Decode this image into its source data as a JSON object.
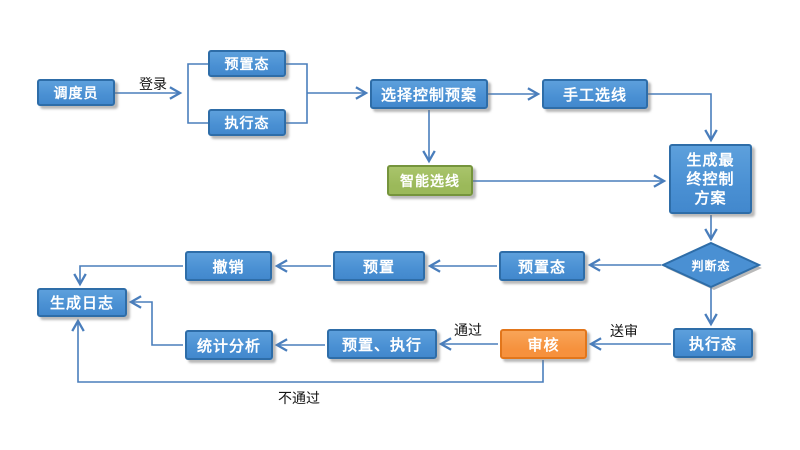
{
  "colors": {
    "box_blue": "#4a90d3",
    "box_blue_border": "#2e6da8",
    "green": "#9bb95a",
    "green_border": "#75943c",
    "orange": "#f6913d",
    "orange_border": "#e2761b",
    "connector": "#4a7ebc",
    "label_text": "#151515"
  },
  "nodes": {
    "dispatcher": {
      "label": "调度员",
      "shape": "rect",
      "color": "blue"
    },
    "preset_state_top": {
      "label": "预置态",
      "shape": "rect",
      "color": "blue"
    },
    "exec_state_top": {
      "label": "执行态",
      "shape": "rect",
      "color": "blue"
    },
    "select_plan": {
      "label": "选择控制预案",
      "shape": "rect",
      "color": "blue"
    },
    "manual_line_select": {
      "label": "手工选线",
      "shape": "rect",
      "color": "blue"
    },
    "smart_line_select": {
      "label": "智能选线",
      "shape": "rect",
      "color": "green"
    },
    "generate_final_plan": {
      "label": "生成最终控制方案",
      "shape": "rect",
      "color": "blue"
    },
    "judge_state": {
      "label": "判断态",
      "shape": "diamond",
      "color": "blue"
    },
    "preset_state_mid": {
      "label": "预置态",
      "shape": "rect",
      "color": "blue"
    },
    "preset": {
      "label": "预置",
      "shape": "rect",
      "color": "blue"
    },
    "revoke": {
      "label": "撤销",
      "shape": "rect",
      "color": "blue"
    },
    "generate_log": {
      "label": "生成日志",
      "shape": "rect",
      "color": "blue"
    },
    "stat_analysis": {
      "label": "统计分析",
      "shape": "rect",
      "color": "blue"
    },
    "preset_exec": {
      "label": "预置、执行",
      "shape": "rect",
      "color": "blue"
    },
    "review": {
      "label": "审核",
      "shape": "rect",
      "color": "orange"
    },
    "exec_state_bottom": {
      "label": "执行态",
      "shape": "rect",
      "color": "blue"
    }
  },
  "edge_labels": {
    "login": "登录",
    "pass": "通过",
    "submit_review": "送审",
    "not_pass": "不通过"
  },
  "edges": [
    {
      "from": "dispatcher",
      "to": "state_branch",
      "label": "登录"
    },
    {
      "from": "state_branch",
      "to": "preset_state_top"
    },
    {
      "from": "state_branch",
      "to": "exec_state_top"
    },
    {
      "from": "preset_state_top",
      "to": "select_plan"
    },
    {
      "from": "exec_state_top",
      "to": "select_plan"
    },
    {
      "from": "select_plan",
      "to": "manual_line_select"
    },
    {
      "from": "select_plan",
      "to": "smart_line_select"
    },
    {
      "from": "manual_line_select",
      "to": "generate_final_plan"
    },
    {
      "from": "smart_line_select",
      "to": "generate_final_plan"
    },
    {
      "from": "generate_final_plan",
      "to": "judge_state"
    },
    {
      "from": "judge_state",
      "to": "preset_state_mid"
    },
    {
      "from": "judge_state",
      "to": "exec_state_bottom"
    },
    {
      "from": "preset_state_mid",
      "to": "preset"
    },
    {
      "from": "preset",
      "to": "revoke"
    },
    {
      "from": "revoke",
      "to": "generate_log"
    },
    {
      "from": "exec_state_bottom",
      "to": "review",
      "label": "送审"
    },
    {
      "from": "review",
      "to": "preset_exec",
      "label": "通过"
    },
    {
      "from": "review",
      "to": "generate_log",
      "label": "不通过"
    },
    {
      "from": "preset_exec",
      "to": "stat_analysis"
    },
    {
      "from": "stat_analysis",
      "to": "generate_log"
    }
  ]
}
